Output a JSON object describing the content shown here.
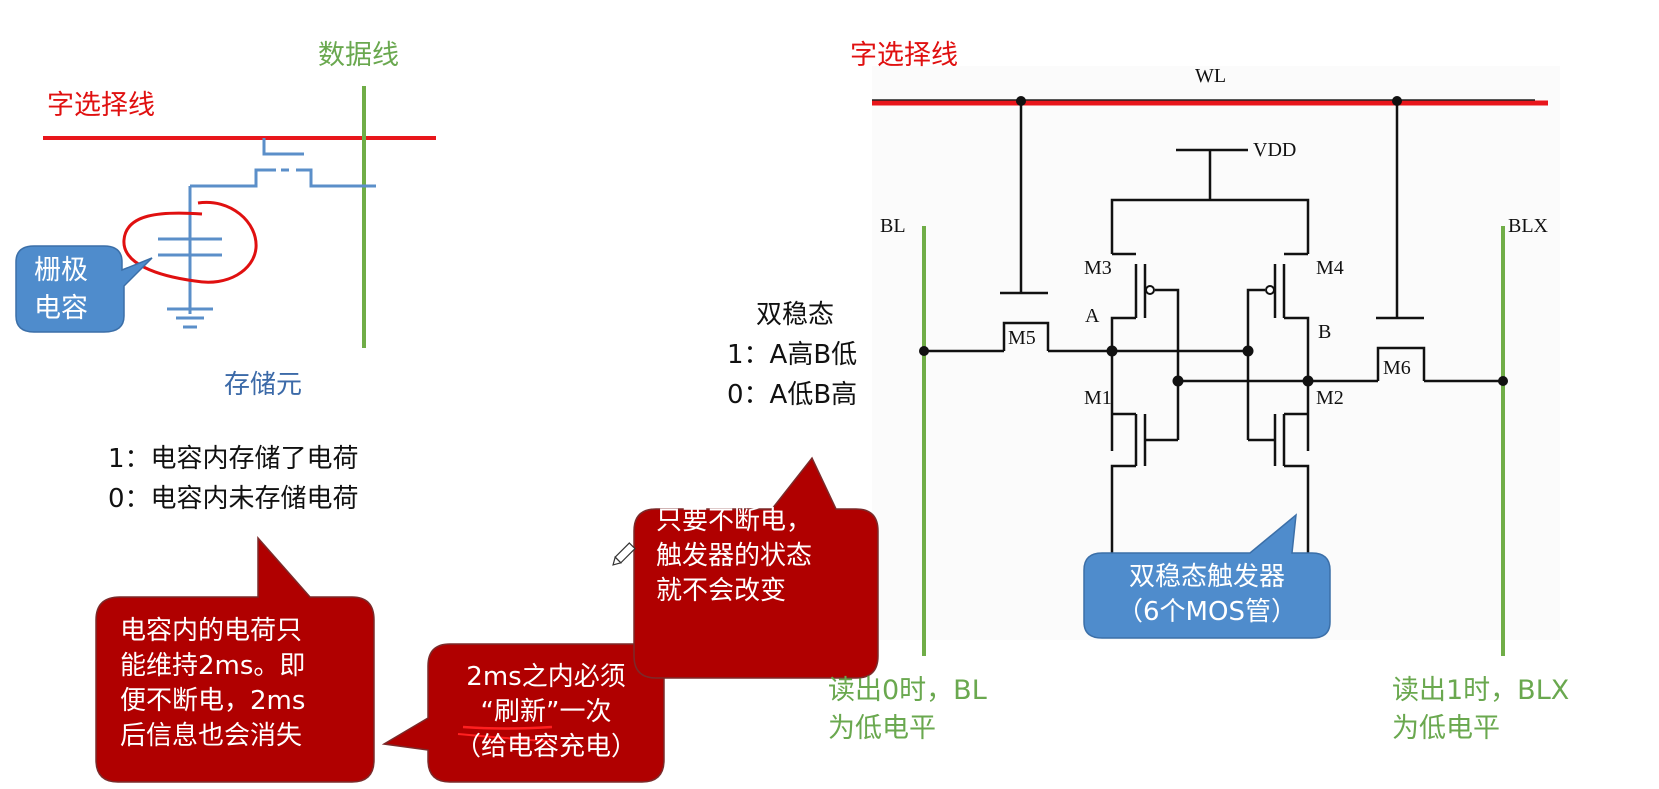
{
  "colors": {
    "word_line": "#e8161b",
    "bit_line": "#70ad47",
    "circuit_blue": "#5b8fc9",
    "callout_red": "#b00000",
    "callout_blue": "#4f8ccc",
    "annotation_red": "#e01010"
  },
  "dram": {
    "data_line_label": "数据线",
    "word_line_label": "字选择线",
    "gate_cap_callout": [
      "栅极",
      "电容"
    ],
    "cell_label": "存储元",
    "state_1": "1：电容内存储了电荷",
    "state_0": "0：电容内未存储电荷",
    "charge_callout": [
      "电容内的电荷只",
      "能维持2ms。即",
      "便不断电，2ms",
      "后信息也会消失"
    ],
    "refresh_callout": [
      "2ms之内必须",
      "“刷新”一次",
      "（给电容充电）"
    ]
  },
  "sram": {
    "word_line_label": "字选择线",
    "wl": "WL",
    "vdd": "VDD",
    "bl": "BL",
    "blx": "BLX",
    "node_a": "A",
    "node_b": "B",
    "transistors": [
      "M1",
      "M2",
      "M3",
      "M4",
      "M5",
      "M6"
    ],
    "bistable_title": "双稳态",
    "bistable_1": "1：A高B低",
    "bistable_0": "0：A低B高",
    "power_callout": [
      "只要不断电，",
      "触发器的状态",
      "就不会改变"
    ],
    "flipflop_callout": [
      "双稳态触发器",
      "（6个MOS管）"
    ],
    "read0_note": [
      "读出0时，BL",
      "为低电平"
    ],
    "read1_note": [
      "读出1时，BLX",
      "为低电平"
    ]
  }
}
